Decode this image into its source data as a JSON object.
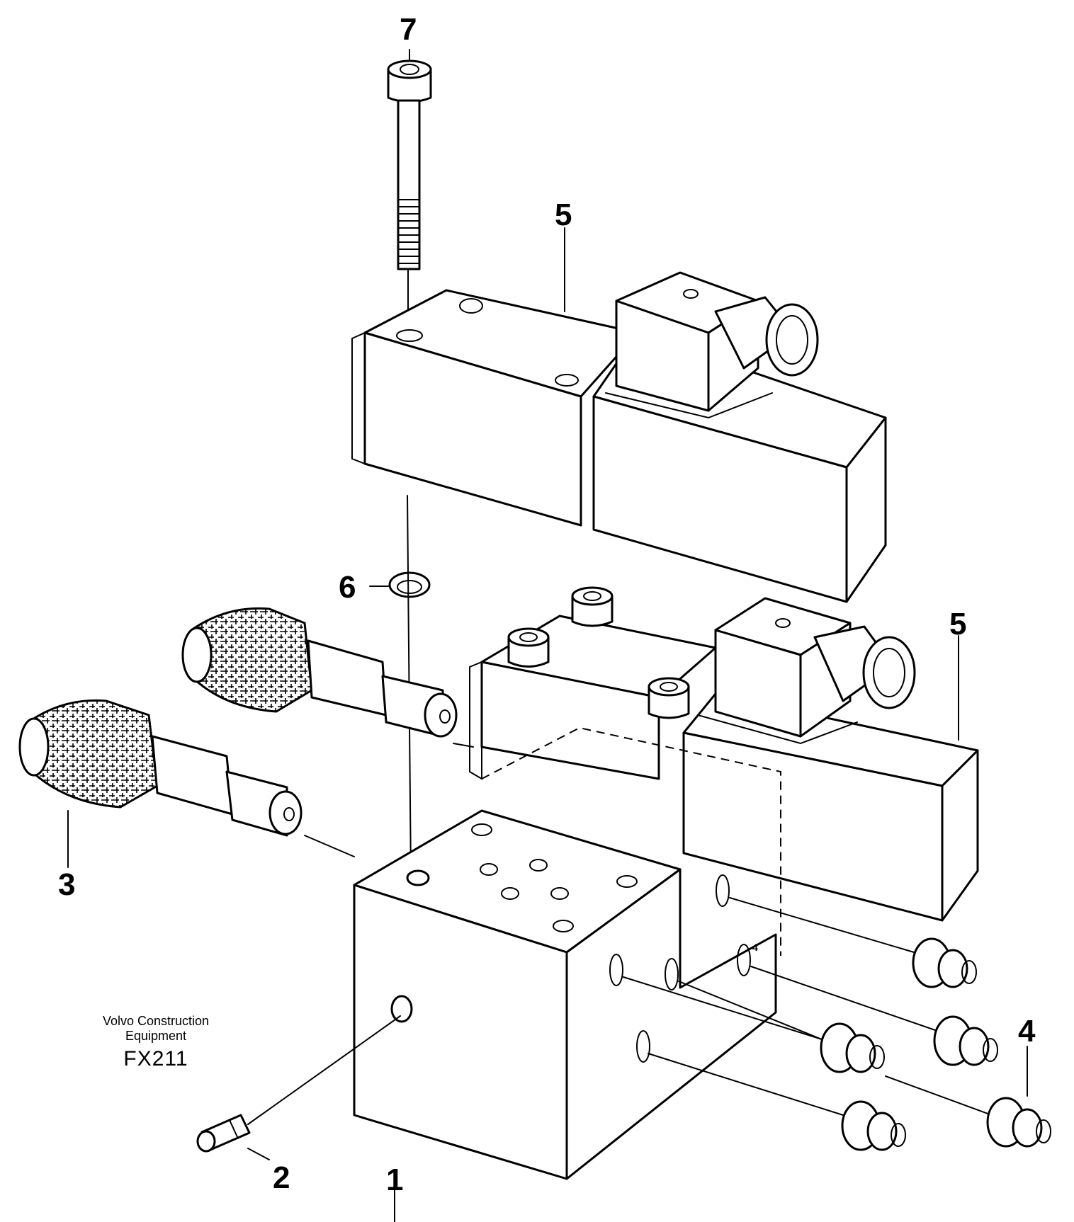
{
  "callouts": {
    "c1": "1",
    "c2": "2",
    "c3": "3",
    "c4": "4",
    "c5_upper": "5",
    "c5_lower": "5",
    "c6": "6",
    "c7": "7"
  },
  "brand": {
    "line1": "Volvo Construction",
    "line2": "Equipment",
    "code": "FX211"
  },
  "small_mark": "4"
}
